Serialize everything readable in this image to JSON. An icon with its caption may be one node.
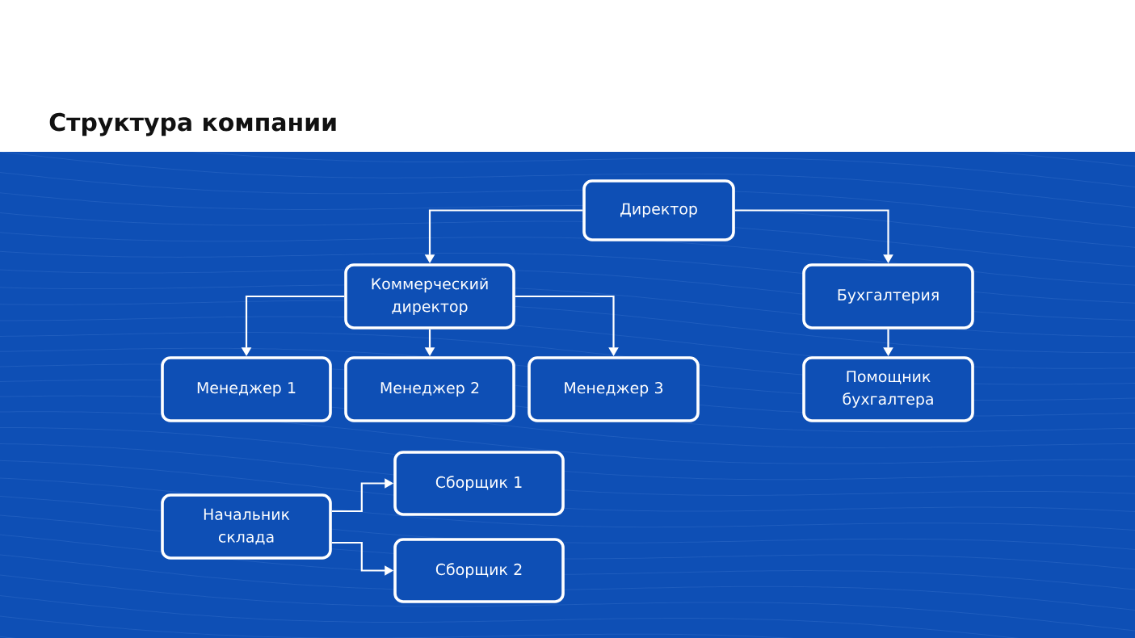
{
  "diagram": {
    "title": "Структура компании",
    "nodes": [
      {
        "text": [
          "Директор"
        ]
      },
      {
        "text": [
          "Коммерческий директор"
        ]
      },
      {
        "text": [
          "Бухгалтерия"
        ]
      },
      {
        "text": [
          "Менеджер 1"
        ]
      },
      {
        "text": [
          "Менеджер 2"
        ]
      },
      {
        "text": [
          "Менеджер 3"
        ]
      },
      {
        "text": [
          "Помощник бухгалтера"
        ]
      },
      {
        "text": [
          "Начальник склада"
        ]
      },
      {
        "text": [
          "Сборщик 1"
        ]
      },
      {
        "text": [
          "Сборщик 2"
        ]
      }
    ],
    "edges": [
      {
        "from": 0,
        "to": 1,
        "arrow": "to"
      },
      {
        "from": 0,
        "to": 2,
        "arrow": "to"
      },
      {
        "from": 1,
        "to": 3,
        "arrow": "to"
      },
      {
        "from": 1,
        "to": 4,
        "arrow": "to"
      },
      {
        "from": 1,
        "to": 5,
        "arrow": "to"
      },
      {
        "from": 2,
        "to": 6,
        "arrow": "to"
      },
      {
        "from": 7,
        "to": 8,
        "arrow": "to"
      },
      {
        "from": 7,
        "to": 9,
        "arrow": "to"
      }
    ]
  }
}
